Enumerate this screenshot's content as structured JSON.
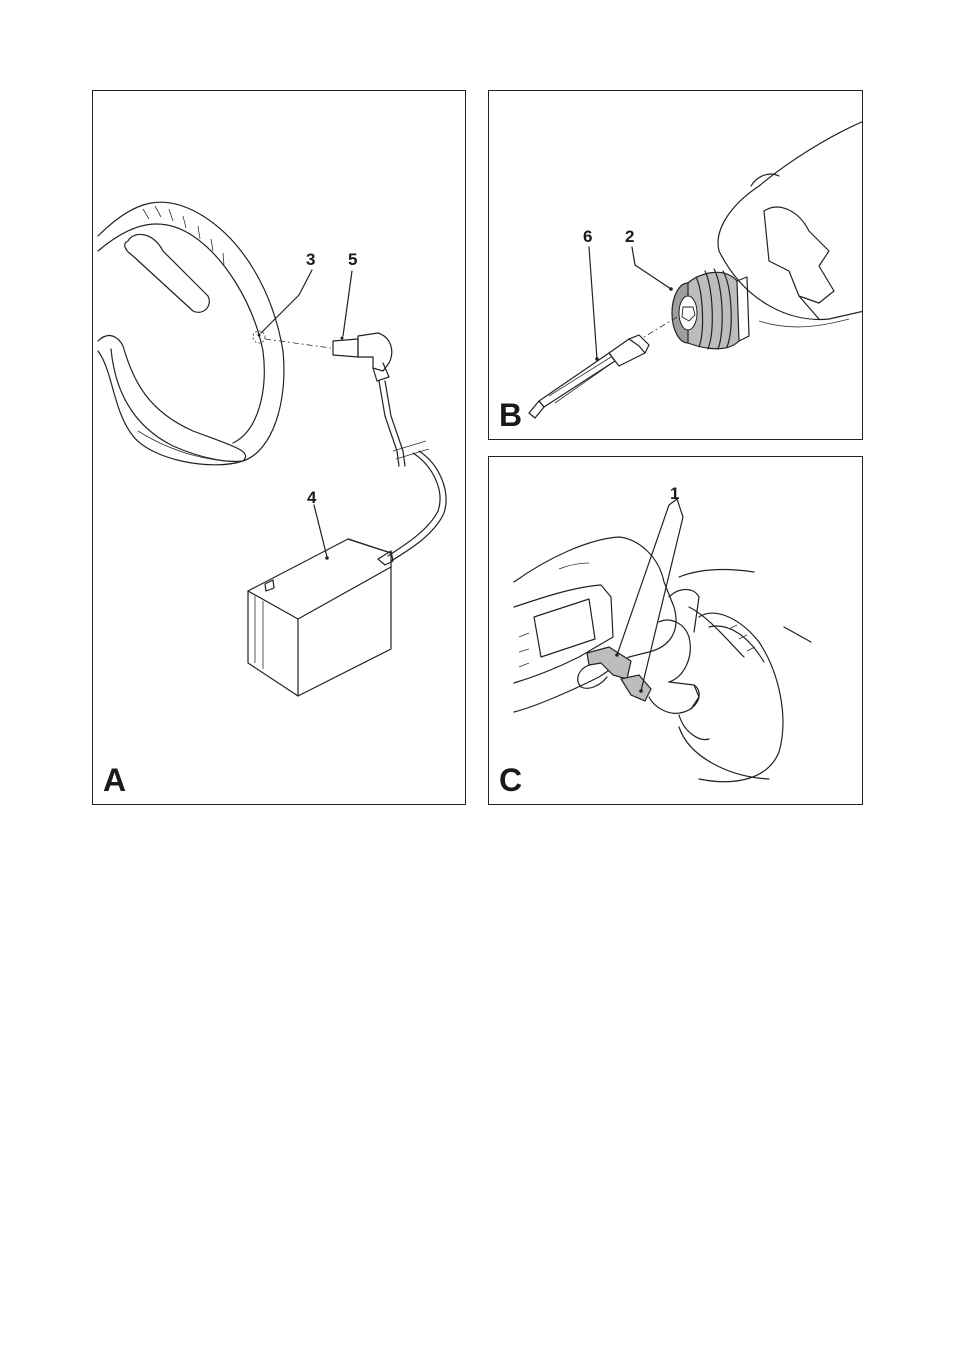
{
  "panels": {
    "a": {
      "letter": "A",
      "callouts": {
        "port": "3",
        "plug": "5",
        "charger": "4"
      }
    },
    "b": {
      "letter": "B",
      "callouts": {
        "bit": "6",
        "collar": "2"
      }
    },
    "c": {
      "letter": "C",
      "callouts": {
        "switch": "1"
      }
    }
  },
  "colors": {
    "outline": "#222222",
    "shade": "#bdbdbd",
    "collar": "#9e9e9e"
  }
}
